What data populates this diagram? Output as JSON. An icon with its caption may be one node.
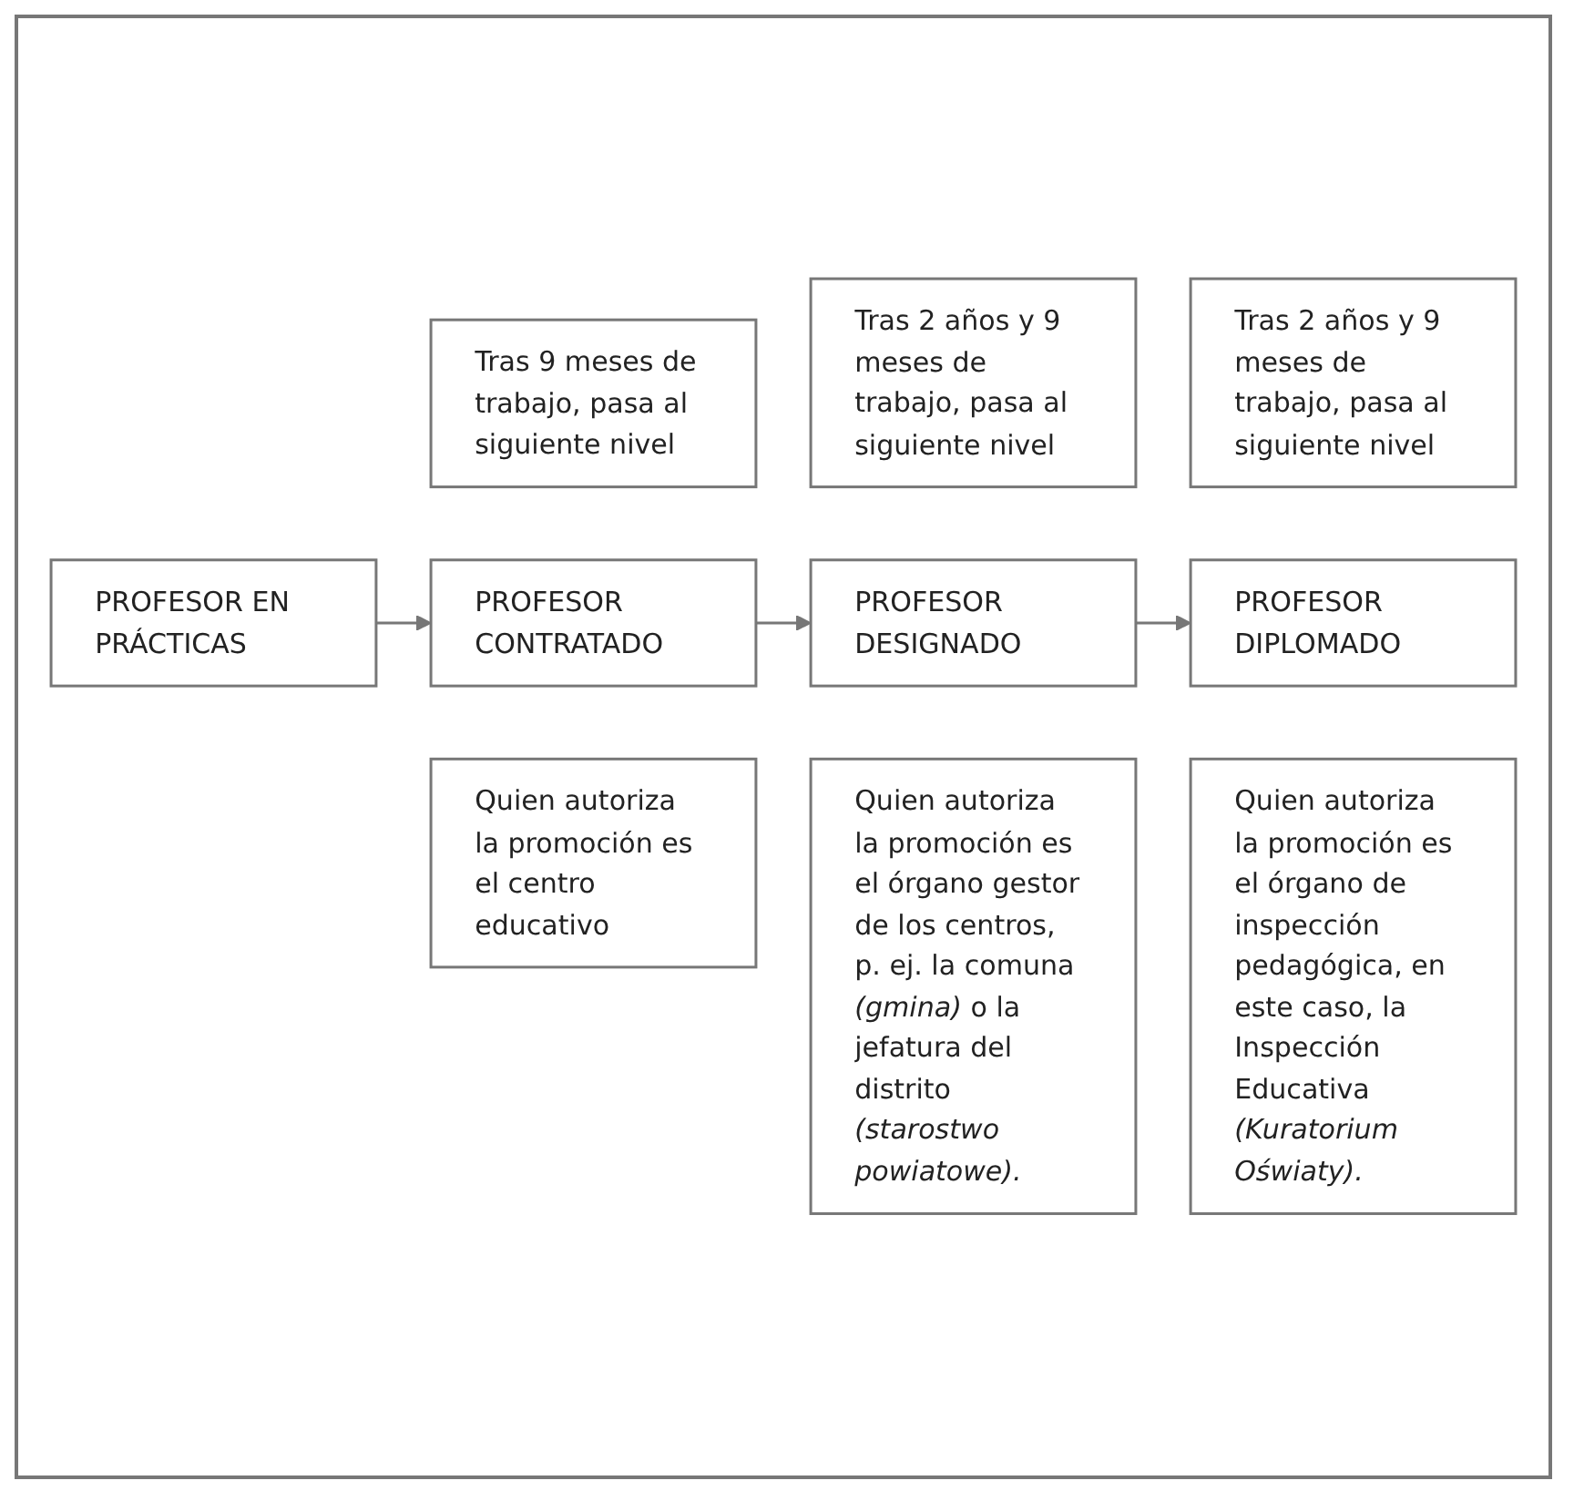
{
  "diagram": {
    "nodes": [
      {
        "text": [
          "Tras 9 meses de trabajo, pasa al siguiente nivel"
        ]
      },
      {
        "text": [
          "Tras 2 años y 9 meses de trabajo, pasa al siguiente nivel"
        ]
      },
      {
        "text": [
          "Tras 2 años y 9 meses de trabajo, pasa al siguiente nivel"
        ]
      },
      {
        "text": [
          "PROFESOR EN PRÁCTICAS"
        ]
      },
      {
        "text": [
          "PROFESOR CONTRATADO"
        ]
      },
      {
        "text": [
          "PROFESOR DESIGNADO"
        ]
      },
      {
        "text": [
          "PROFESOR DIPLOMADO"
        ]
      },
      {
        "text": [
          "Quien autoriza la promoción es el centro educativo"
        ]
      },
      {
        "text": [
          "Quien autoriza la promoción es el órgano gestor de los centros, p. ej. la comuna *(gmina)* o la jefatura del distrito *(starostwo powiatowe).*"
        ]
      },
      {
        "text": [
          "Quien autoriza la promoción es el órgano de inspección pedagógica, en este caso, la Inspección Educativa *(Kuratorium Oświaty).*"
        ]
      }
    ],
    "edges": [
      {
        "from": 3,
        "to": 4,
        "arrow": "to"
      },
      {
        "from": 4,
        "to": 5,
        "arrow": "to"
      },
      {
        "from": 5,
        "to": 6,
        "arrow": "to"
      }
    ]
  }
}
